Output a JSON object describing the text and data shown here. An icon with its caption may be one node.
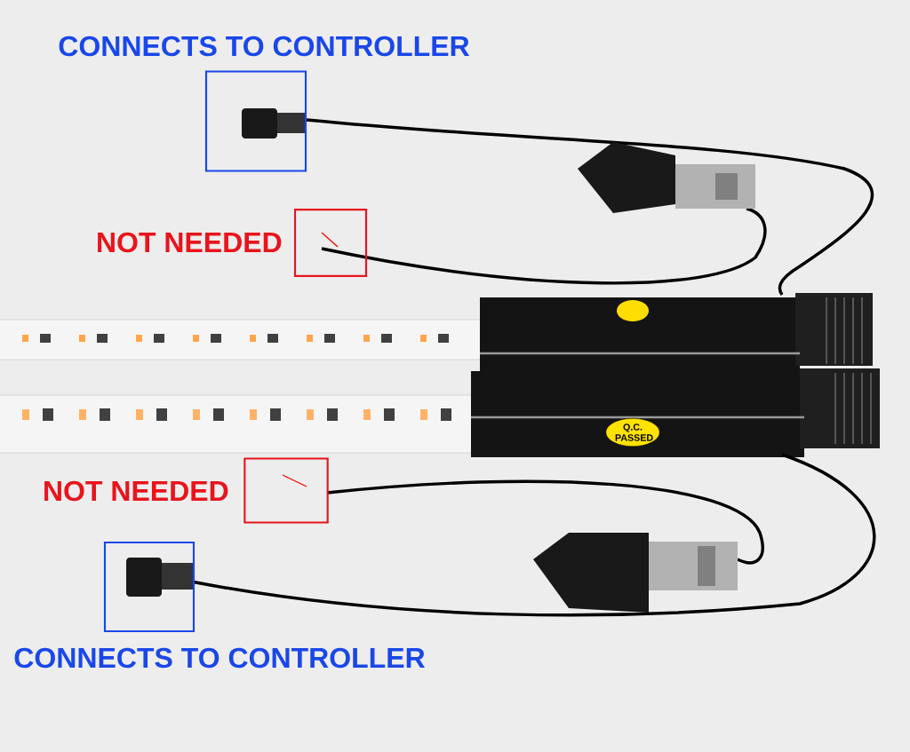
{
  "diagram": {
    "nodes": [
      {
        "text": [
          "CONNECTS TO CONTROLLER"
        ]
      },
      {
        "text": [
          "NOT NEEDED"
        ]
      },
      {
        "text": [
          "NOT NEEDED"
        ]
      },
      {
        "text": [
          "CONNECTS TO CONTROLLER"
        ]
      }
    ],
    "labels": [
      "Q.C. PASSED"
    ]
  }
}
